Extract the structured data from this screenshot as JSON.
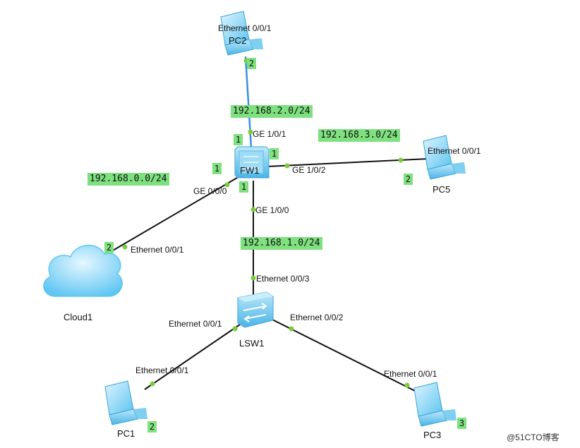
{
  "devices": {
    "pc2": "PC2",
    "fw1": "FW1",
    "pc5": "PC5",
    "cloud1": "Cloud1",
    "lsw1": "LSW1",
    "pc1": "PC1",
    "pc3": "PC3"
  },
  "ports": {
    "pc2_eth": "Ethernet 0/0/1",
    "fw_ge101": "GE 1/0/1",
    "fw_ge102": "GE 1/0/2",
    "pc5_eth": "Ethernet 0/0/1",
    "fw_ge000": "GE 0/0/0",
    "cloud_eth": "Ethernet 0/0/1",
    "fw_ge100": "GE 1/0/0",
    "lsw_eth003": "Ethernet 0/0/3",
    "lsw_eth001": "Ethernet 0/0/1",
    "lsw_eth002": "Ethernet 0/0/2",
    "pc1_eth": "Ethernet 0/0/1",
    "pc3_eth": "Ethernet 0/0/1"
  },
  "networks": {
    "net2": "192.168.2.0/24",
    "net3": "192.168.3.0/24",
    "net0": "192.168.0.0/24",
    "net1": "192.168.1.0/24"
  },
  "numbers": {
    "pc2": "2",
    "fw_top": "1",
    "fw_right": "1",
    "fw_left": "1",
    "fw_bottom": "1",
    "pc5": "2",
    "cloud": "2",
    "pc1": "2",
    "pc3": "3"
  },
  "colors": {
    "link": "#111111",
    "active_link": "#3a8ee6",
    "port_dot": "#7ccc3c",
    "label_bg": "#7ee07e"
  },
  "icons": [
    "pc-icon",
    "firewall-icon",
    "cloud-icon",
    "switch-icon"
  ],
  "watermark": "@51CTO博客"
}
